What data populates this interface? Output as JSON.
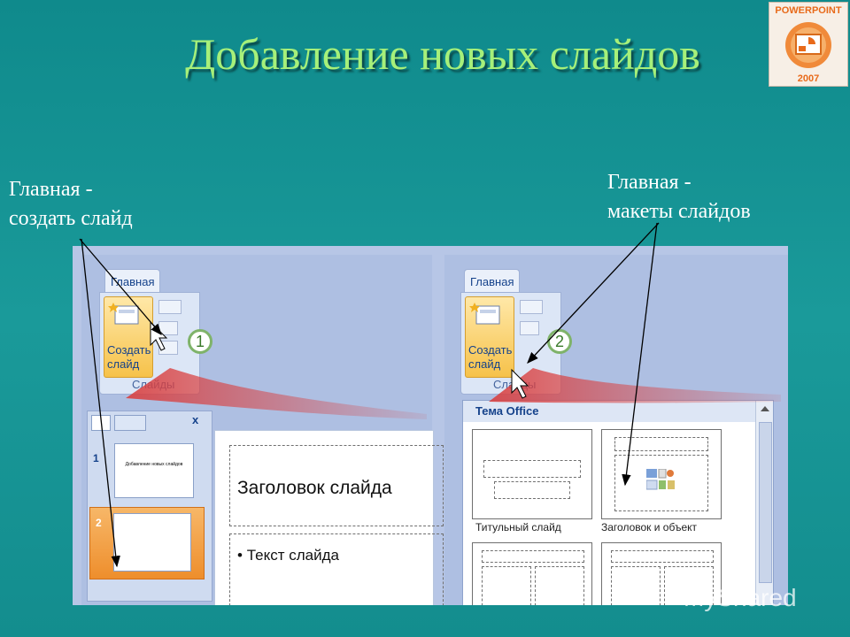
{
  "slide_title": "Добавление новых слайдов",
  "caption_left": {
    "line1": "Главная -",
    "line2": "создать слайд"
  },
  "caption_right": {
    "line1": "Главная -",
    "line2": "макеты слайдов"
  },
  "logo": {
    "top": "POWERPOINT",
    "bottom": "2007"
  },
  "left_panel": {
    "tab": "Главная",
    "new_slide_button": {
      "line1": "Создать",
      "line2": "слайд"
    },
    "group_label": "Слайды",
    "step_badge": "1",
    "slide_pane": {
      "close_label": "x",
      "slides": [
        {
          "number": "1",
          "thumb_text": "Добавление новых слайдов"
        },
        {
          "number": "2",
          "thumb_text": ""
        }
      ]
    },
    "slide_editor": {
      "title_placeholder": "Заголовок слайда",
      "body_placeholder": "Текст слайда"
    }
  },
  "right_panel": {
    "tab": "Главная",
    "new_slide_button": {
      "line1": "Создать",
      "line2": "слайд"
    },
    "group_label": "Слайды",
    "step_badge": "2",
    "gallery": {
      "header": "Тема Office",
      "layouts": [
        {
          "name": "Титульный слайд"
        },
        {
          "name": "Заголовок и объект"
        },
        {
          "name": ""
        },
        {
          "name": ""
        }
      ]
    }
  },
  "watermark": "MyShared",
  "colors": {
    "background": "#138d8e",
    "title": "#a6f07a",
    "accent_orange": "#f6c24a",
    "red_glow": "#d94040"
  }
}
